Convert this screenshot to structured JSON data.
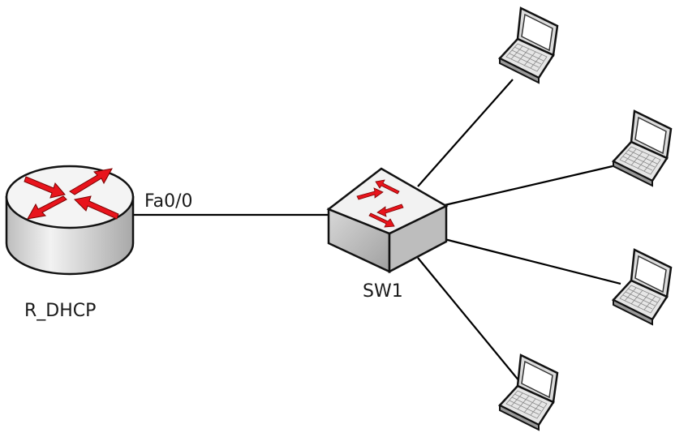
{
  "diagram": {
    "router": {
      "label": "R_DHCP",
      "icon": "router-icon",
      "interface": "Fa0/0"
    },
    "switch": {
      "label": "SW1",
      "icon": "switch-icon"
    },
    "hosts": [
      {
        "icon": "laptop-icon"
      },
      {
        "icon": "laptop-icon"
      },
      {
        "icon": "laptop-icon"
      },
      {
        "icon": "laptop-icon"
      }
    ],
    "colors": {
      "arrow": "#e8141c",
      "line": "#000000",
      "device_body": "#e6e6e6",
      "device_top": "#f4f4f4"
    }
  }
}
